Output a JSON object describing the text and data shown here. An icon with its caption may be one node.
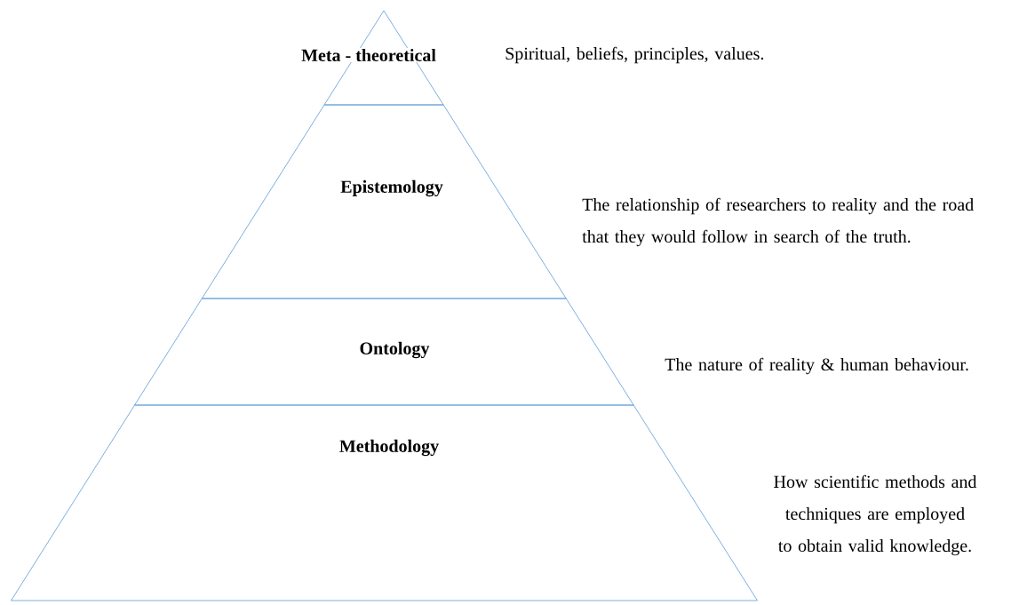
{
  "diagram": {
    "nodes": [
      {
        "text": [
          "Meta - theoretical"
        ],
        "beside": [
          "Spiritual, beliefs, principles, values."
        ]
      },
      {
        "text": [
          "Epistemology"
        ],
        "beside": [
          "The relationship of researchers to reality and the road that they would follow in search of the truth."
        ]
      },
      {
        "text": [
          "Ontology"
        ],
        "beside": [
          "The nature of reality & human behaviour."
        ]
      },
      {
        "text": [
          "Methodology"
        ],
        "beside": [
          "How scientific methods and techniques are employed to obtain valid knowledge."
        ]
      }
    ]
  }
}
